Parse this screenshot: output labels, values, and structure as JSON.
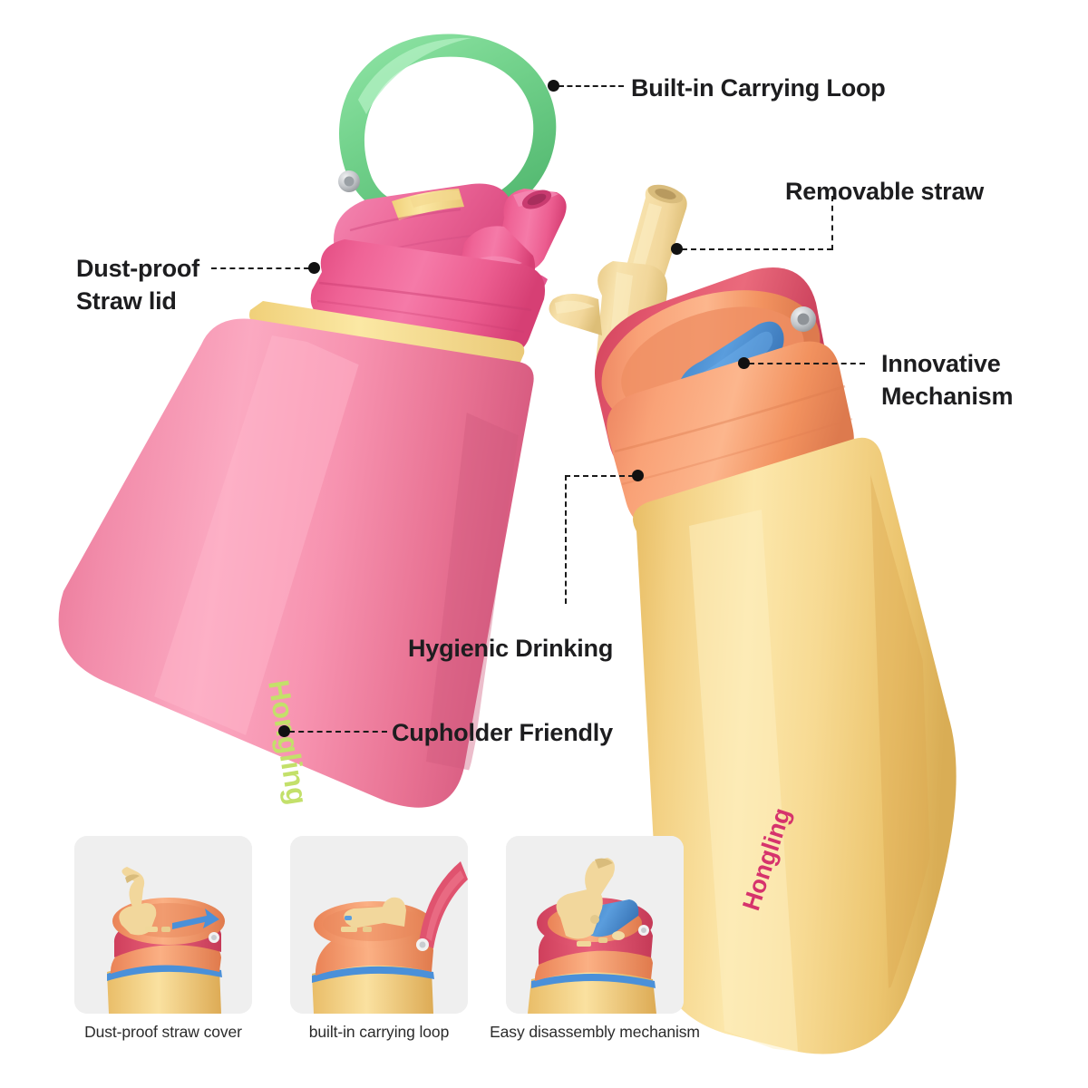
{
  "background": "#ffffff",
  "brand": {
    "name": "Hongling",
    "pink_bottle_logo_color": "#c3e06a",
    "yellow_bottle_logo_color": "#d6336c"
  },
  "palette": {
    "pink_body": "#f58aa8",
    "pink_body_light": "#f9a8be",
    "pink_body_dark": "#e06b8c",
    "pink_cap": "#ef5f93",
    "pink_cap_dark": "#d9437a",
    "yellow_band": "#f7dd8a",
    "green_loop": "#7dd896",
    "green_loop_dark": "#5ec07a",
    "yellow_body": "#f5d179",
    "yellow_body_light": "#fbe7a8",
    "yellow_body_dark": "#e0b25c",
    "crimson_ring": "#e0536f",
    "orange_collar": "#f7986e",
    "orange_collar_light": "#fbb68d",
    "blue_accent": "#4a90d9",
    "straw_cream": "#f6dfa4",
    "straw_cream_dark": "#e6c984",
    "metal_pin": "#b9bcc0",
    "text": "#1d1d1f",
    "leader": "#1a1a1a",
    "thumb_bg": "#efefef"
  },
  "annotations": [
    {
      "id": "carrying-loop",
      "label": "Built-in Carrying Loop",
      "lines": 1
    },
    {
      "id": "dust-proof-straw-lid",
      "label": "Dust-proof\nStraw lid",
      "lines": 2
    },
    {
      "id": "removable-straw",
      "label": "Removable straw",
      "lines": 1
    },
    {
      "id": "innovative-mechanism",
      "label": "Innovative\nMechanism",
      "lines": 2
    },
    {
      "id": "hygienic-drinking",
      "label": "Hygienic Drinking",
      "lines": 1
    },
    {
      "id": "cupholder-friendly",
      "label": "Cupholder Friendly",
      "lines": 1
    }
  ],
  "thumbnails": [
    {
      "id": "thumb-dust-proof-straw-cover",
      "caption": "Dust-proof straw cover"
    },
    {
      "id": "thumb-built-in-carrying-loop",
      "caption": "built-in carrying loop"
    },
    {
      "id": "thumb-easy-disassembly-mechanism",
      "caption": "Easy disassembly mechanism"
    }
  ]
}
